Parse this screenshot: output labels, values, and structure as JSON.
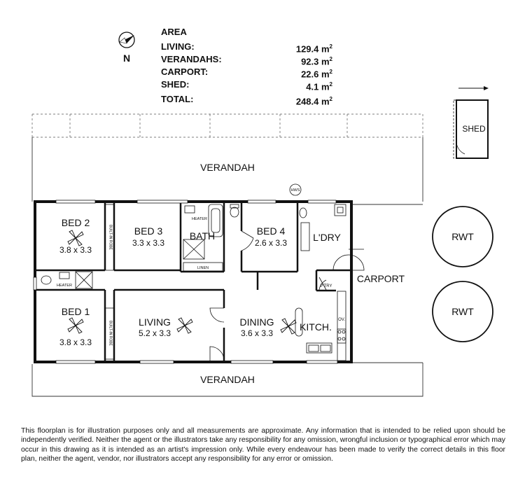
{
  "compass": {
    "label": "N",
    "icon": "north-arrow-icon"
  },
  "area": {
    "title": "AREA",
    "rows": [
      {
        "label": "LIVING:",
        "value": "129.4 m",
        "unit_sup": "2"
      },
      {
        "label": "VERANDAHS:",
        "value": "92.3 m",
        "unit_sup": "2"
      },
      {
        "label": "CARPORT:",
        "value": "22.6 m",
        "unit_sup": "2"
      },
      {
        "label": "SHED:",
        "value": "4.1 m",
        "unit_sup": "2"
      }
    ],
    "total": {
      "label": "TOTAL:",
      "value": "248.4 m",
      "unit_sup": "2"
    }
  },
  "rooms": {
    "verandah_top": "VERANDAH",
    "verandah_bottom": "VERANDAH",
    "bed2": {
      "name": "BED 2",
      "size": "3.8 x 3.3"
    },
    "bed3": {
      "name": "BED 3",
      "size": "3.3 x 3.3"
    },
    "bath": "BATH",
    "heater_bath": "HEATER",
    "bed4": {
      "name": "BED 4",
      "size": "2.6 x 3.3"
    },
    "laundry": "L'DRY",
    "carport": "CARPORT",
    "pantry": "P'TRY",
    "bed1": {
      "name": "BED 1",
      "size": "3.8 x 3.3"
    },
    "heater_wc": "HEATER",
    "living": {
      "name": "LIVING",
      "size": "5.2 x 3.3"
    },
    "dining": {
      "name": "DINING",
      "size": "3.6 x 3.3"
    },
    "kitchen": "KITCH.",
    "oven": "OV.",
    "linen": "LINEN",
    "robe_top": "BUILT-IN ROBE",
    "robe_bottom": "BUILT-IN ROBE",
    "hws": "HWS",
    "shed": "SHED",
    "rwt1": "RWT",
    "rwt2": "RWT"
  },
  "disclaimer": "This floorplan is for illustration purposes only and all measurements are approximate. Any information that is intended to be relied upon should be independently verified. Neither the agent or the illustrators take any responsibility for any omission, wrongful inclusion or typographical error which may occur in this drawing as it is intended as an artist's impression only. While every endeavour has been made to verify the correct details in this floor plan, neither the agent, vendor, nor illustrators accept any responsibility for any error or omission."
}
